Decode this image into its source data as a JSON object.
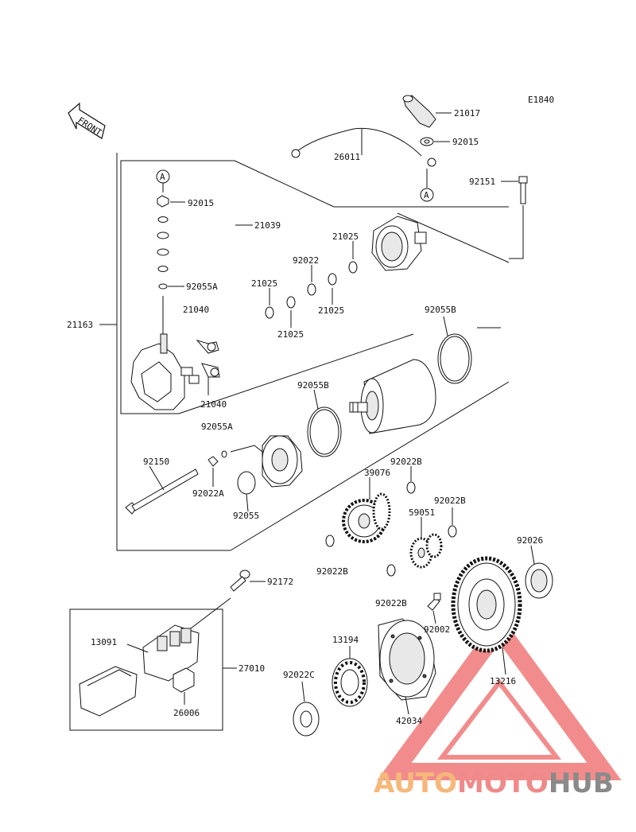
{
  "diagram_code": "E1840",
  "front_label": "FRONT",
  "ref_marker": "A",
  "labels": {
    "p21017": "21017",
    "p92015_top": "92015",
    "p26011": "26011",
    "p92151": "92151",
    "p92015_left": "92015",
    "p21039": "21039",
    "p21025_a": "21025",
    "p92022": "92022",
    "p21025_b": "21025",
    "p21025_c": "21025",
    "p21025_d": "21025",
    "p92055A_a": "92055A",
    "p21040_a": "21040",
    "p21040_b": "21040",
    "p21163": "21163",
    "p92055B_a": "92055B",
    "p92055B_b": "92055B",
    "p92055A_b": "92055A",
    "p92150": "92150",
    "p92022A": "92022A",
    "p92055": "92055",
    "p92022B_a": "92022B",
    "p39076": "39076",
    "p92022B_b": "92022B",
    "p59051": "59051",
    "p92022B_c": "92022B",
    "p92026": "92026",
    "p92172": "92172",
    "p92022B_d": "92022B",
    "p92002": "92002",
    "p13091": "13091",
    "p27010": "27010",
    "p13194": "13194",
    "p92022C": "92022C",
    "p13216": "13216",
    "p26006": "26006",
    "p42034": "42034"
  },
  "watermark": {
    "part1": "AUTO",
    "part2": "MOTO",
    "part3": "HUB",
    "color1": "#f5b87a",
    "color2": "#ef8a8a",
    "color3": "#8a8a8a",
    "triangle_color": "#ee5555"
  }
}
